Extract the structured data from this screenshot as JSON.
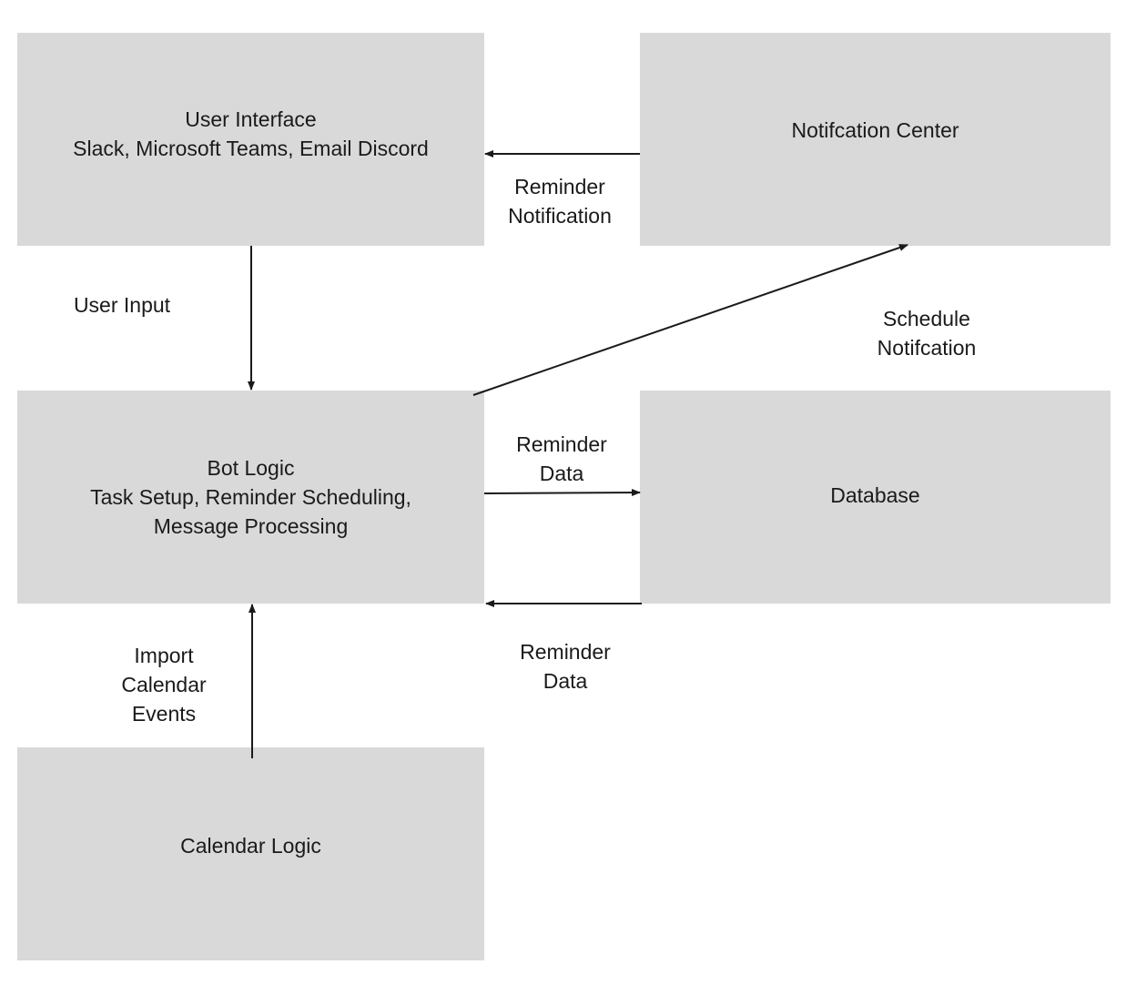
{
  "nodes": {
    "user_interface": {
      "title": "User Interface",
      "subtitle": "Slack, Microsoft Teams, Email Discord"
    },
    "notification_center": {
      "title": "Notifcation Center"
    },
    "bot_logic": {
      "title": "Bot Logic",
      "line2": "Task Setup, Reminder Scheduling,",
      "line3": "Message Processing"
    },
    "database": {
      "title": "Database"
    },
    "calendar_logic": {
      "title": "Calendar Logic"
    }
  },
  "edges": {
    "user_input": {
      "from": "User Interface",
      "to": "Bot Logic",
      "label": "User Input"
    },
    "reminder_notification": {
      "from": "Notifcation Center",
      "to": "User Interface",
      "label_line1": "Reminder",
      "label_line2": "Notification"
    },
    "schedule_notification": {
      "from": "Bot Logic",
      "to": "Notifcation Center",
      "label_line1": "Schedule",
      "label_line2": "Notifcation"
    },
    "reminder_data_out": {
      "from": "Bot Logic",
      "to": "Database",
      "label_line1": "Reminder",
      "label_line2": "Data"
    },
    "reminder_data_in": {
      "from": "Database",
      "to": "Bot Logic",
      "label_line1": "Reminder",
      "label_line2": "Data"
    },
    "import_calendar_events": {
      "from": "Calendar Logic",
      "to": "Bot Logic",
      "label_line1": "Import",
      "label_line2": "Calendar",
      "label_line3": "Events"
    }
  },
  "colors": {
    "box_fill": "#d9d9d9",
    "arrow": "#1a1a1a",
    "text": "#1a1a1a"
  }
}
